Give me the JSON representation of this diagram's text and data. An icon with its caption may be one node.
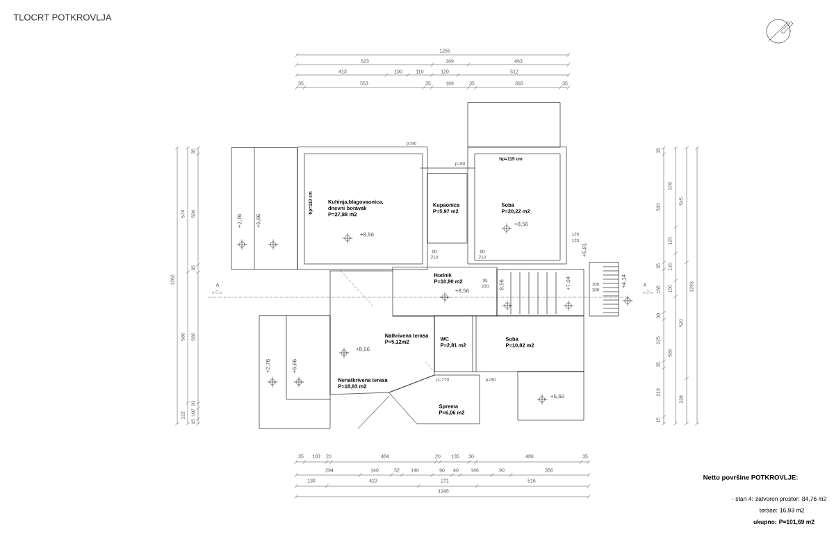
{
  "diagram": {
    "title": "TLOCRT POTKROVLJA",
    "nodes": [
      {
        "text": [
          "Kuhinja,blagovaonica, dnevni boravak",
          "P=27,88 m2"
        ]
      },
      {
        "text": [
          "Kupaonica",
          "P=5,97 m2"
        ]
      },
      {
        "text": [
          "Soba",
          "P=20,22 m2"
        ]
      },
      {
        "text": [
          "Hodnik",
          "P=10,90 m2"
        ]
      },
      {
        "text": [
          "Natkrivena terasa",
          "P=5,12m2"
        ]
      },
      {
        "text": [
          "WC",
          "P=2,81 m2"
        ]
      },
      {
        "text": [
          "Soba",
          "P=10,82 m2"
        ]
      },
      {
        "text": [
          "Nenatkrivena terasa",
          "P=18,93 m2"
        ]
      },
      {
        "text": [
          "Sprema",
          "P=6,06 m2"
        ]
      }
    ],
    "labels": [
      "1255",
      "623",
      "169",
      "463",
      "413",
      "100",
      "110",
      "120",
      "512",
      "35",
      "553",
      "35",
      "169",
      "35",
      "393",
      "35",
      "1262",
      "574",
      "586",
      "122",
      "35",
      "504",
      "35",
      "566",
      "20",
      "107",
      "15",
      "p=60",
      "p=60",
      "hp=115 cm",
      "hp=110 cm",
      "+2,76",
      "+5,66",
      "+8,56",
      "+8,56",
      "120",
      "120",
      "80",
      "210",
      "80",
      "210",
      "+6,81",
      "A",
      "95",
      "220",
      "8,56",
      "+7,04",
      "100",
      "100",
      "+4,14",
      "A",
      "+8,56",
      "+8,56",
      "+2,76",
      "+5,66",
      "p=170",
      "p=60",
      "+5,66",
      "35",
      "510",
      "35",
      "166",
      "30",
      "225",
      "35",
      "213",
      "15",
      "378",
      "120",
      "130",
      "100",
      "565",
      "545",
      "520",
      "228",
      "1293",
      "35",
      "103",
      "20",
      "484",
      "20",
      "135",
      "30",
      "486",
      "35",
      "294",
      "140",
      "52",
      "140",
      "90",
      "40",
      "146",
      "90",
      "356",
      "138",
      "423",
      "271",
      "516",
      "1348",
      "Netto površine POTKROVLJE:",
      "- stan 4: zatvoren prostor: 84,76 m2",
      "terase: 16,93 m2",
      "ukupno: P=101,69 m2"
    ]
  }
}
